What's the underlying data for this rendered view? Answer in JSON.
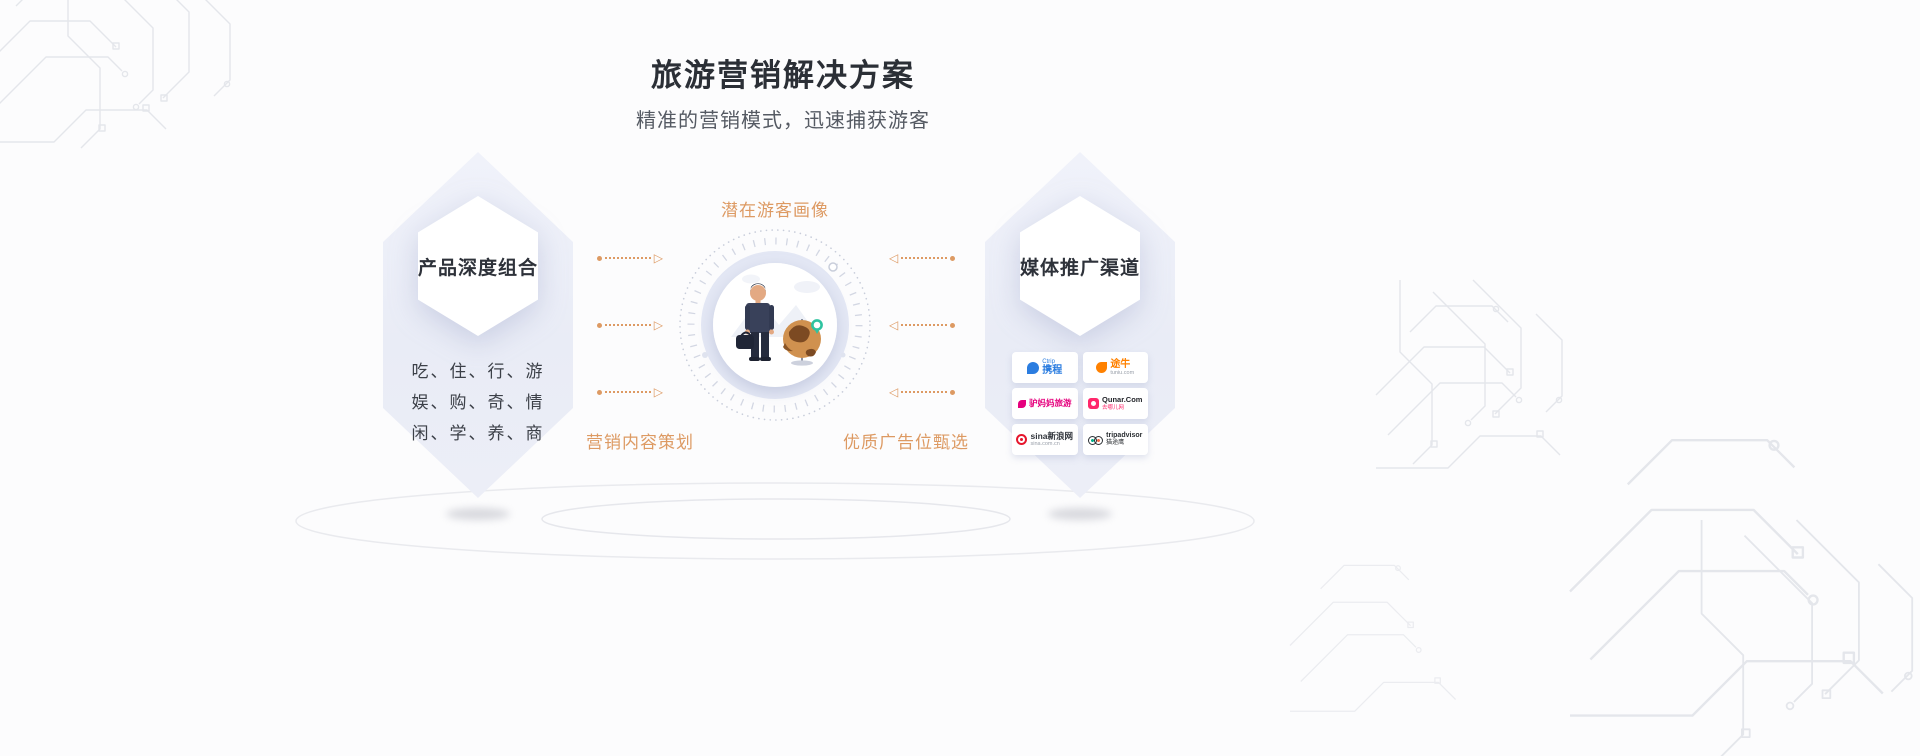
{
  "header": {
    "title": "旅游营销解决方案",
    "subtitle": "精准的营销模式，迅速捕获游客"
  },
  "left_card": {
    "title": "产品深度组合",
    "lines": [
      "吃、住、行、游",
      "娱、购、奇、情",
      "闲、学、养、商"
    ]
  },
  "center_diagram": {
    "top_label": "潜在游客画像",
    "bottom_left_label": "营销内容策划",
    "bottom_right_label": "优质广告位甄选"
  },
  "right_card": {
    "title": "媒体推广渠道",
    "logos": [
      {
        "name": "携程 Ctrip",
        "text": "携程",
        "sub": "Ctrip"
      },
      {
        "name": "途牛 Tuniu",
        "text": "途牛",
        "sub": "tuniu.com"
      },
      {
        "name": "驴妈妈旅游 Lvmama",
        "text": "驴妈妈旅游",
        "sub": ""
      },
      {
        "name": "去哪儿 Qunar",
        "text": "Qunar.Com",
        "sub": "去哪儿网"
      },
      {
        "name": "新浪网 Sina",
        "text": "sina新浪网",
        "sub": "sina.com.cn"
      },
      {
        "name": "猫途鹰 TripAdvisor",
        "text": "tripadvisor",
        "sub": "猫途鹰"
      }
    ]
  },
  "icons": {
    "arrow_right": "▷",
    "arrow_left": "◁"
  },
  "colors": {
    "accent_orange": "#DD9A63",
    "hexagon_fill": "#ECEFF8",
    "title_color": "#2B2F36",
    "brand_ctrip": "#2B7DE0",
    "brand_tuniu": "#FF8100",
    "brand_lvmama": "#E5007D",
    "brand_qunar": "#FF276B",
    "brand_sina": "#E6162D",
    "brand_tripadvisor": "#00AF87"
  }
}
